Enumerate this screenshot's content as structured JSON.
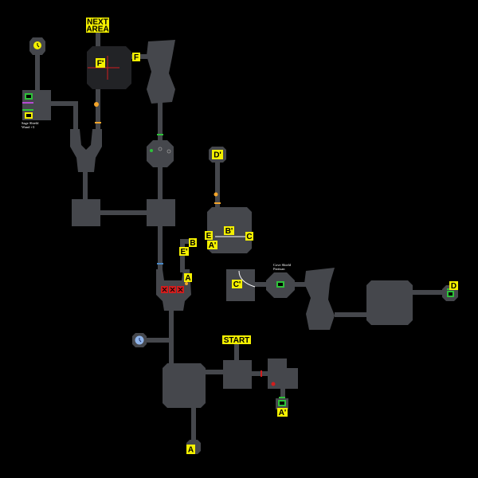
{
  "map": {
    "labels": {
      "next_area_1": "NEXT",
      "next_area_2": "AREA",
      "start": "START",
      "a": "A",
      "a_prime": "A'",
      "a_prime_upper": "A'",
      "b": "B",
      "b_prime": "B'",
      "c": "C",
      "c_prime": "C'",
      "d": "D",
      "d_prime": "D'",
      "e": "E",
      "e_prime": "E'",
      "f": "F",
      "f_prime": "F'"
    },
    "notes": {
      "sage_shield_1": "Sage Shield",
      "sage_shield_2": "Wand +3",
      "cove_shield_1": "Cove Shield",
      "cove_shield_2": "Partisan"
    },
    "colors": {
      "room": "#45474c",
      "label": "#f4f000",
      "chest": "#2fc23a",
      "door_orange": "#f3a52a",
      "door_green": "#2fc23a",
      "door_blue": "#4a89c8",
      "door_purple": "#b54bd2",
      "red_marker": "#d11d1d",
      "save_point": "#8fb4ea"
    },
    "icons": [
      "clock-icon",
      "chest-icon",
      "save-point-icon",
      "door-icon",
      "red-marker-icon",
      "compass-cross-icon"
    ]
  }
}
